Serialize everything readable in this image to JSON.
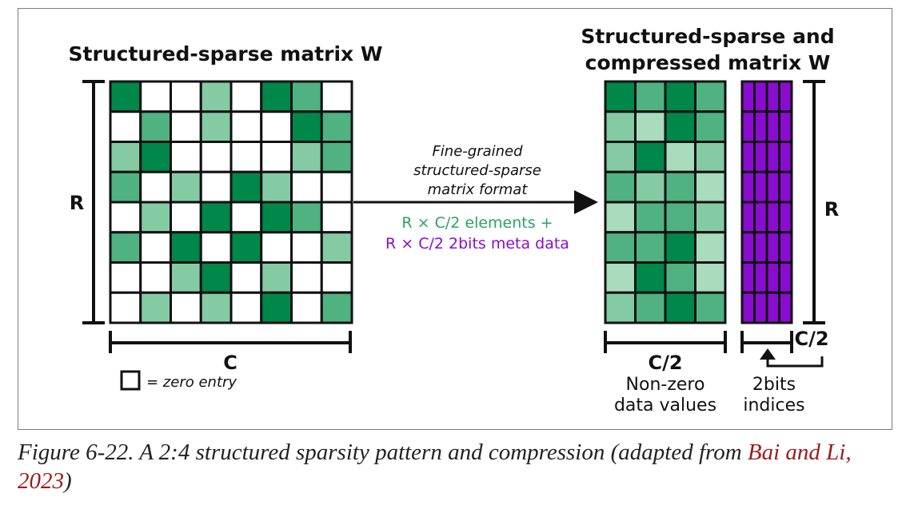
{
  "left_title": "Structured-sparse matrix W",
  "right_title_line1": "Structured-sparse and",
  "right_title_line2": "compressed matrix W",
  "row_label": "R",
  "col_label": "C",
  "half_col_label": "C/2",
  "indices_col_label": "C/2",
  "right_row_label": "R",
  "legend_text": "= zero entry",
  "arrow_text": [
    "Fine-grained",
    "structured-sparse",
    "matrix format"
  ],
  "elements_text": "R × C/2 elements +",
  "meta_text": "R × C/2 2bits meta data",
  "nonzero_label": [
    "Non-zero",
    "data values"
  ],
  "indices_label": [
    "2bits",
    "indices"
  ],
  "caption_text": "Figure 6-22. A 2:4 structured sparsity pattern and compression (adapted from ",
  "caption_cite": "Bai and Li, 2023",
  "caption_end": ")",
  "colors": {
    "shades": [
      "#ffffff",
      "#00874a",
      "#4fb280",
      "#84cba4",
      "#a9dbbd"
    ],
    "purple": "#8a0cd0",
    "elements_green": "#2aa366",
    "meta_purple": "#8a0cd0"
  },
  "sparse_matrix": [
    [
      1,
      0,
      0,
      3,
      0,
      1,
      2,
      0
    ],
    [
      0,
      2,
      0,
      3,
      0,
      0,
      1,
      2
    ],
    [
      3,
      1,
      0,
      0,
      0,
      0,
      3,
      2
    ],
    [
      2,
      0,
      3,
      0,
      1,
      3,
      0,
      0
    ],
    [
      0,
      3,
      0,
      1,
      0,
      1,
      2,
      0
    ],
    [
      2,
      0,
      1,
      0,
      1,
      0,
      0,
      3
    ],
    [
      0,
      0,
      3,
      1,
      0,
      3,
      0,
      0
    ],
    [
      0,
      3,
      0,
      3,
      0,
      1,
      0,
      2
    ]
  ],
  "compressed_matrix": [
    [
      1,
      2,
      1,
      2
    ],
    [
      3,
      4,
      1,
      2
    ],
    [
      3,
      1,
      4,
      3
    ],
    [
      2,
      3,
      2,
      4
    ],
    [
      4,
      2,
      2,
      3
    ],
    [
      2,
      2,
      1,
      4
    ],
    [
      4,
      1,
      2,
      4
    ],
    [
      3,
      2,
      1,
      2
    ]
  ]
}
